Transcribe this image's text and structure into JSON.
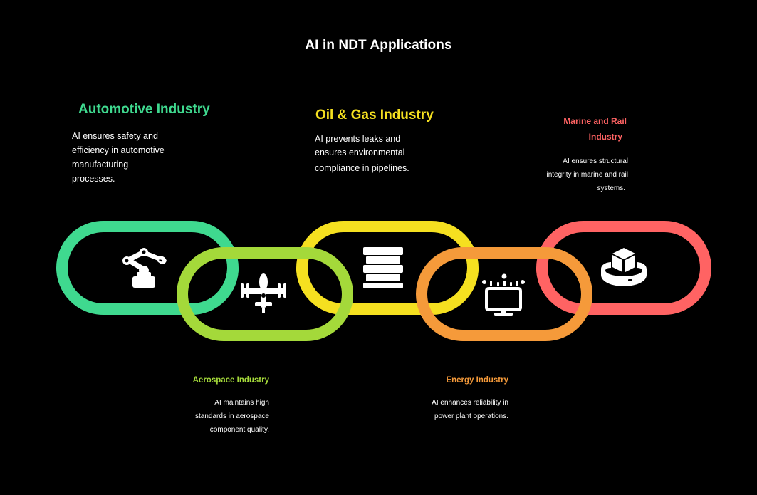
{
  "title": "AI in NDT Applications",
  "colors": {
    "automotive": "#3FD98F",
    "aerospace": "#A4D93A",
    "oil_gas": "#F5E020",
    "energy": "#F59A3A",
    "marine": "#FF6363",
    "background": "#000000"
  },
  "industries": [
    {
      "name": "Automotive Industry",
      "description": "AI ensures safety and efficiency in automotive manufacturing processes.",
      "desc_lines": [
        "AI ensures safety and",
        "efficiency in automotive",
        "manufacturing",
        "processes."
      ],
      "icon": "robotic-arm-icon"
    },
    {
      "name": "Aerospace Industry",
      "description": "AI maintains high standards in aerospace component quality.",
      "desc_lines": [
        "AI maintains high",
        "standards in aerospace",
        "component quality."
      ],
      "icon": "aircraft-drone-icon"
    },
    {
      "name": "Oil & Gas Industry",
      "description": "AI prevents leaks and ensures environmental compliance in pipelines.",
      "desc_lines": [
        "AI prevents leaks and",
        "ensures environmental",
        "compliance in pipelines."
      ],
      "icon": "oil-barrel-icon"
    },
    {
      "name": "Energy Industry",
      "description": "AI enhances reliability in power plant operations.",
      "desc_lines": [
        "AI enhances reliability in",
        "power plant operations."
      ],
      "icon": "monitor-network-icon"
    },
    {
      "name": "Marine and Rail Industry",
      "name_lines": [
        "Marine and Rail",
        "Industry"
      ],
      "description": "AI ensures structural integrity in marine and rail systems.",
      "desc_lines": [
        "AI ensures structural",
        "integrity in marine and rail",
        "systems."
      ],
      "icon": "cargo-box-icon"
    }
  ]
}
